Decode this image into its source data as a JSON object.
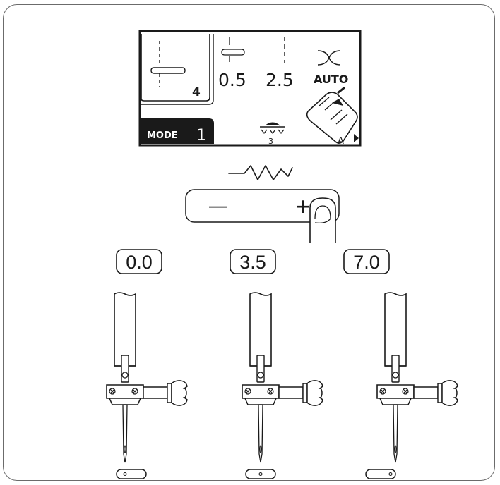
{
  "lcd": {
    "needle_position": "4",
    "stitch_width": "0.5",
    "stitch_length": "2.5",
    "tension": "AUTO",
    "mode_label": "MODE",
    "mode_number": "1",
    "feed_dog_level": "3",
    "presser_foot": "A"
  },
  "control": {
    "minus_symbol": "—",
    "plus_symbol": "+"
  },
  "width_values": [
    "0.0",
    "3.5",
    "7.0"
  ]
}
